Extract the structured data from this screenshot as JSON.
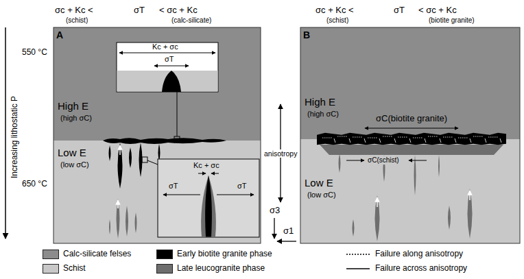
{
  "diagram": {
    "nodes": [
      {
        "text": [
          "A"
        ]
      },
      {
        "text": [
          "High E",
          "(high σC)"
        ],
        "in": 0
      },
      {
        "text": [
          "Kc + σc",
          "σT"
        ],
        "in": 1
      },
      {
        "text": [
          "Low E",
          "(low σC)"
        ],
        "in": 0
      },
      {
        "text": [
          "Kc + σc",
          "σT",
          "σT"
        ],
        "in": 3
      },
      {
        "text": [
          "B"
        ]
      },
      {
        "text": [
          "High E",
          "(high σC)"
        ],
        "in": 5
      },
      {
        "text": [
          "Low E",
          "(low σC)"
        ],
        "in": 5
      }
    ],
    "edges": [],
    "labels": [
      "σc + Kc <",
      "(schist)",
      "σT",
      "< σc + Kc",
      "(calc-silicate)",
      "σc + Kc <",
      "(schist)",
      "σT",
      "< σc + Kc",
      "(biotite granite)",
      "Increasing lithostatic P",
      "550 °C",
      "650 °C",
      "anisotropy",
      "σ3",
      "σ1",
      "σC(biotite granite)",
      "σC(schist)"
    ],
    "legend": [
      {
        "text": "Calc-silicate felses",
        "color": "#8c8c8c"
      },
      {
        "text": "Schist",
        "color": "#c8c8c8"
      },
      {
        "text": "Early biotite granite phase",
        "color": "#000000"
      },
      {
        "text": "Late leucogranite phase",
        "color": "#6e6e6e"
      },
      {
        "text": "Failure along anisotropy"
      },
      {
        "text": "Failure across anisotropy"
      }
    ]
  }
}
